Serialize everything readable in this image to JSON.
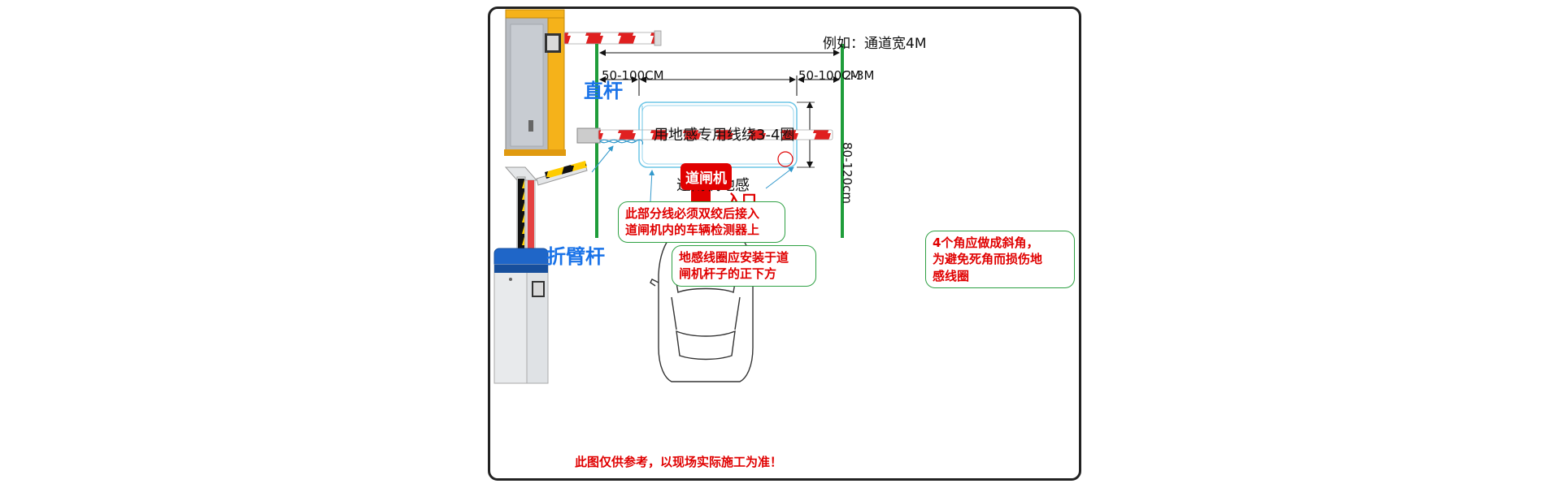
{
  "diagram": {
    "width_example": "例如：通道宽4M",
    "margin_left": "50-100CM",
    "middle_span": "2-3M",
    "margin_right": "50-100CM",
    "loop_wire_label": "用地感专用线绕3-4圈",
    "loop_label": "道闸机地感",
    "depth_label": "80-120cm",
    "gate_badge": "道闸机",
    "entrance_label": "入口",
    "straight_pole_label": "直杆",
    "folding_pole_label": "折臂杆",
    "note_twist": [
      "此部分线必须双绞后接入",
      "道闸机内的车辆检测器上"
    ],
    "note_position": [
      "地感线圈应安装于道",
      "闸机杆子的正下方"
    ],
    "note_corners": [
      "4个角应做成斜角，",
      "为避免死角而损伤地",
      "感线圈"
    ],
    "footer": "此图仅供参考，以现场实际施工为准！"
  },
  "colors": {
    "frame": "#222222",
    "green_line": "#1f9d3a",
    "red": "#e00000",
    "blue_label": "#1a73e8",
    "loop_border": "#6ec6e6",
    "yellow_cabinet": "#f5b21a",
    "grey_cabinet": "#b8bcc2",
    "blue_cabinet": "#1f66c8"
  }
}
